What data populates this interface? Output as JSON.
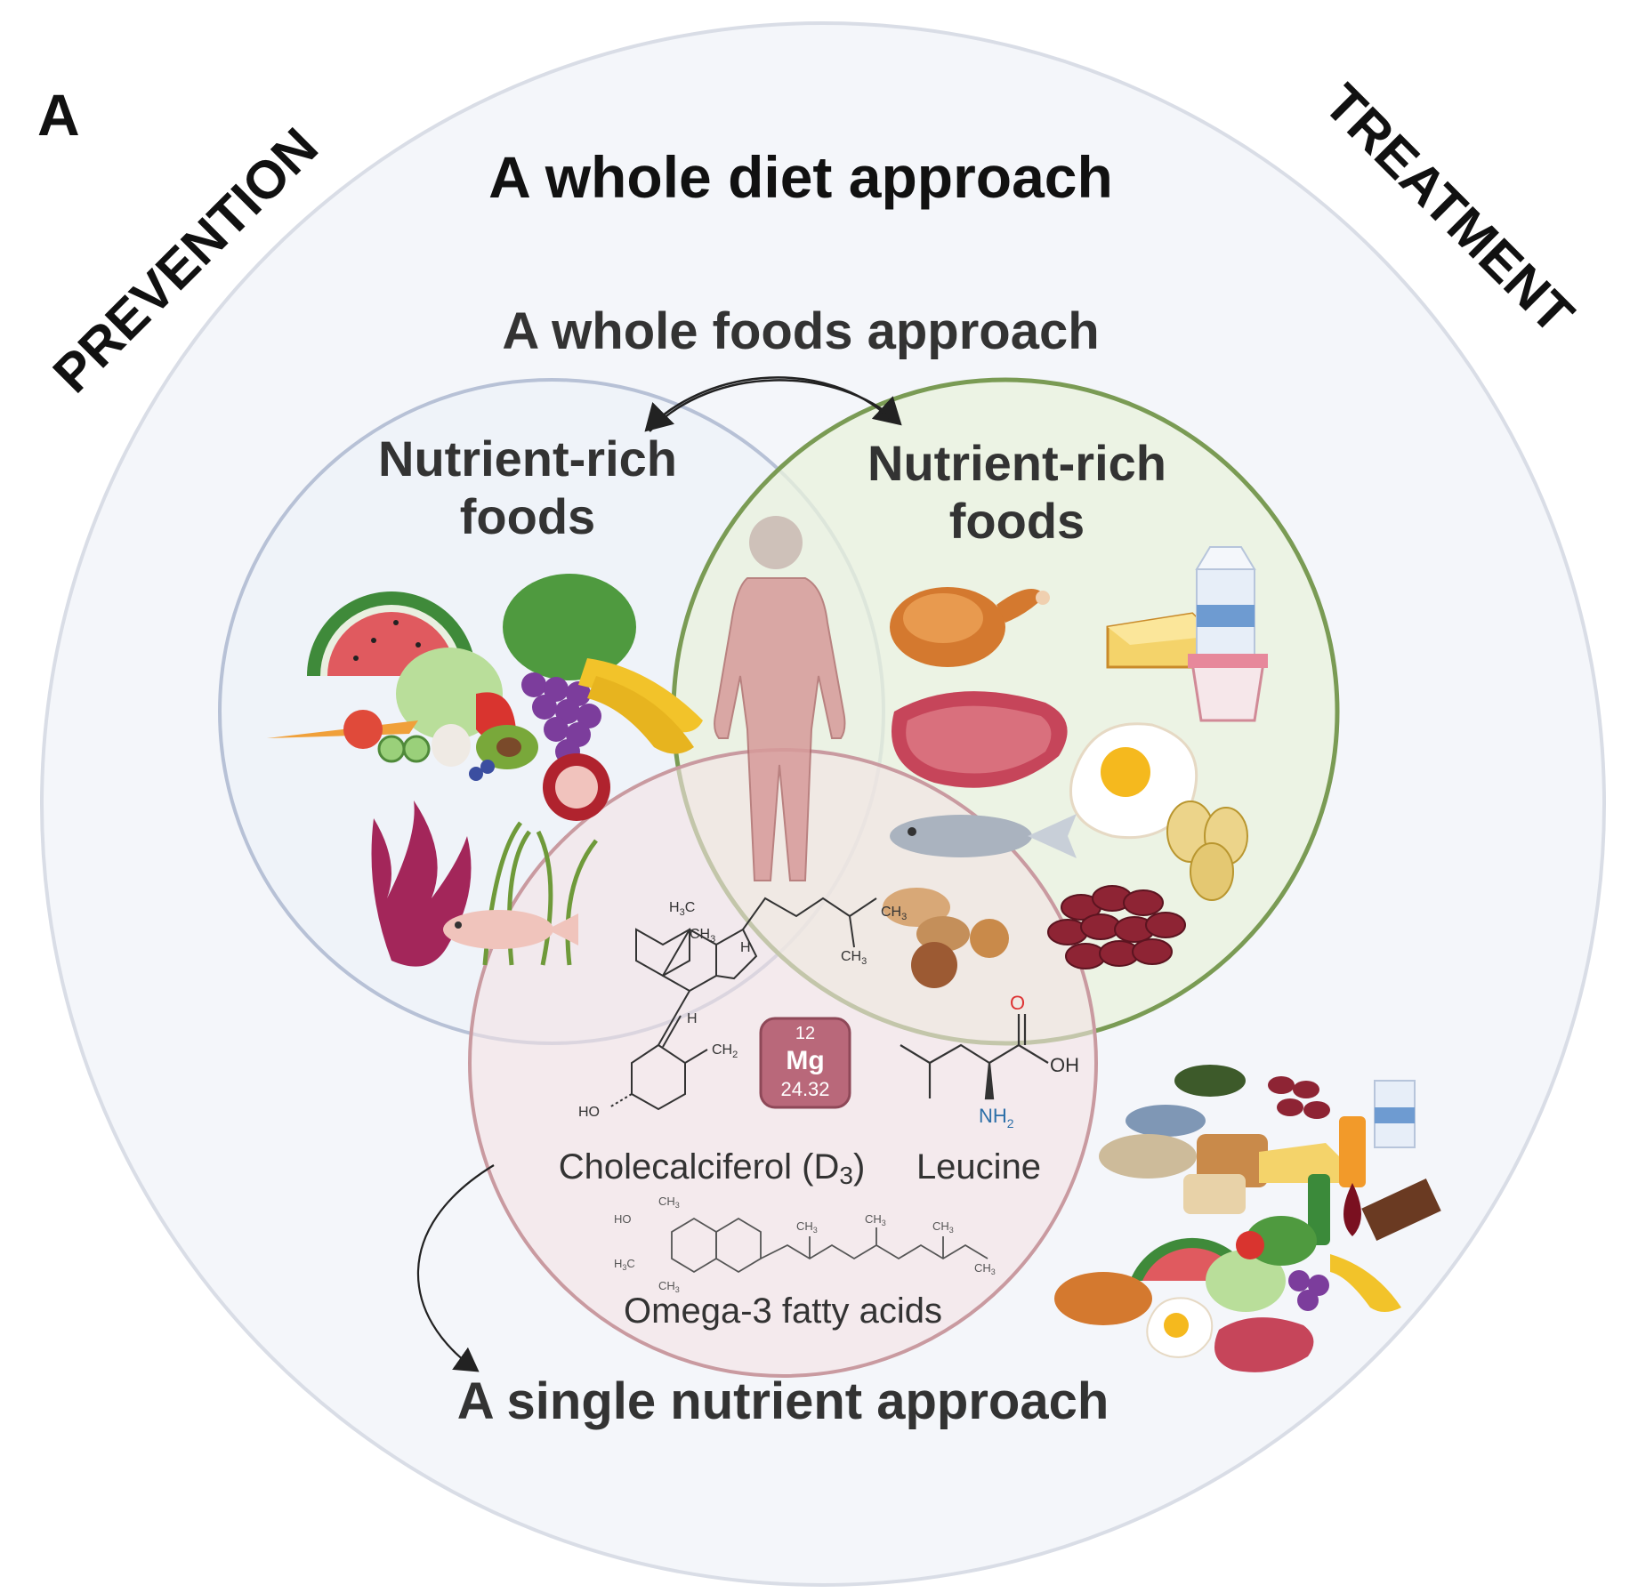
{
  "panel_letter": "A",
  "outer": {
    "left_label": "PREVENTION",
    "right_label": "TREATMENT",
    "title": "A whole diet approach"
  },
  "whole_foods": {
    "title": "A whole foods approach",
    "left_circle_label_line1": "Nutrient-rich",
    "left_circle_label_line2": "foods",
    "right_circle_label_line1": "Nutrient-rich",
    "right_circle_label_line2": "foods"
  },
  "single_nutrient": {
    "title": "A single nutrient approach",
    "element": {
      "number": "12",
      "symbol": "Mg",
      "mass": "24.32"
    },
    "compounds": {
      "d3": "Cholecalciferol (D",
      "d3_sub": "3",
      "d3_close": ")",
      "leucine": "Leucine",
      "omega3": "Omega-3 fatty acids"
    },
    "atoms": {
      "o": "O",
      "oh": "OH",
      "nh2": "NH",
      "nh2_sub": "2",
      "ch2": "CH",
      "ch2_sub": "2",
      "ho": "HO",
      "h3c": "H",
      "h3c_sub": "3",
      "h3c_c": "C",
      "ch3": "CH",
      "ch3_sub": "3",
      "h": "H"
    }
  },
  "colors": {
    "outer_circle": "#f3f5f9",
    "left_circle": "#b7c1d6",
    "right_circle": "#7a9b54",
    "bottom_circle": "#c99aa0",
    "mg_tile": "#b9687a",
    "title_text": "#333333"
  },
  "icons": {
    "human": "human-body-icon",
    "fruits_veg": "fruit-vegetable-pile-icon",
    "seaweed": "seaweed-fish-icon",
    "chicken": "roast-chicken-icon",
    "cheese": "cheese-icon",
    "milk": "milk-carton-icon",
    "yogurt": "yogurt-cup-icon",
    "steak": "steak-icon",
    "egg": "fried-egg-icon",
    "fish": "fish-icon",
    "potatoes": "potatoes-icon",
    "nuts": "nuts-icon",
    "beans": "kidney-beans-icon",
    "mixed_diet": "mixed-diet-pile-icon"
  }
}
